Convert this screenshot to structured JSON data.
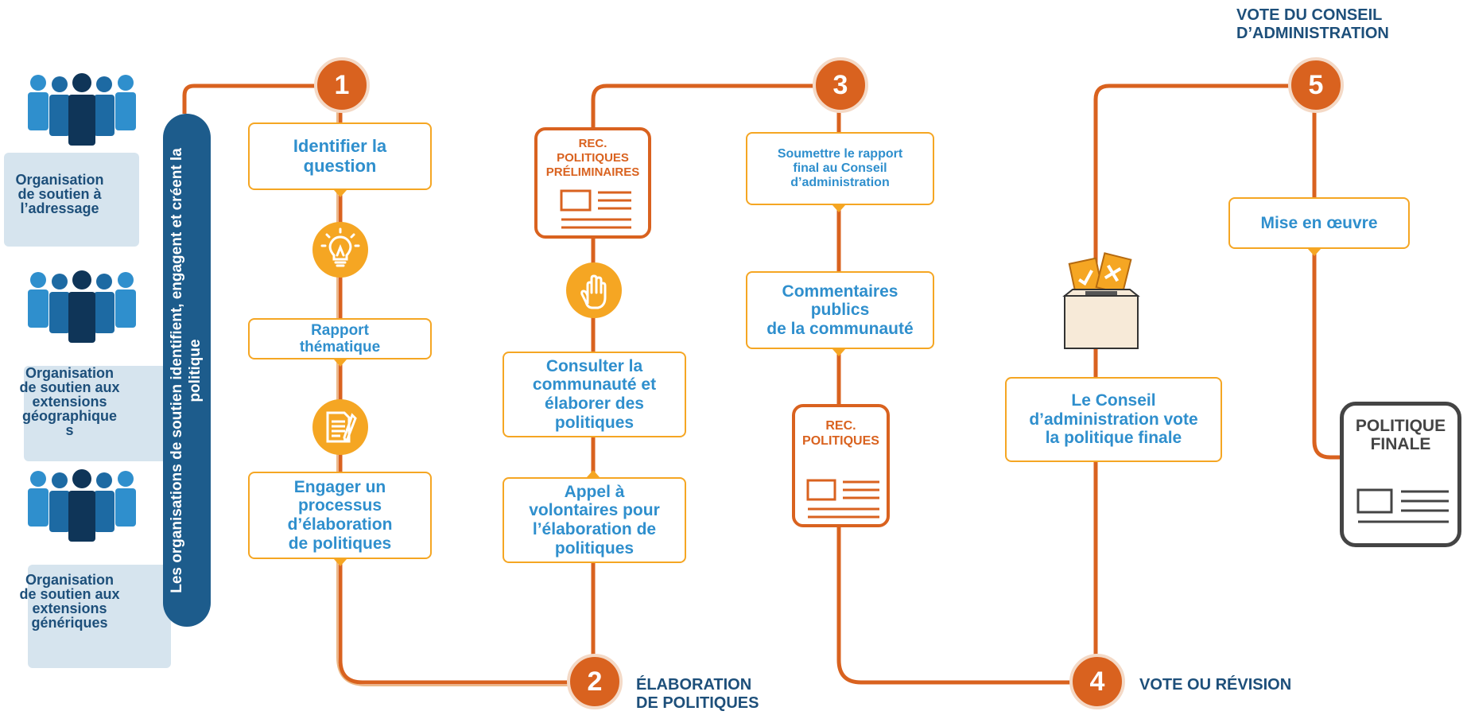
{
  "colors": {
    "orange": "#d9621f",
    "accent": "#f5a623",
    "navy": "#1d5c8c",
    "blue_text": "#2f8fcd",
    "dark_label": "#1d4f7a",
    "grey": "#444444"
  },
  "organizations": [
    {
      "label": "Organisation\nde soutien à\nl’adressage",
      "icon": "people-group-icon"
    },
    {
      "label": "Organisation\nde soutien aux\nextensions\ngéographique\ns",
      "icon": "people-group-icon"
    },
    {
      "label": "Organisation\nde soutien aux\nextensions\ngénériques",
      "icon": "people-group-icon"
    }
  ],
  "vertical_bar_text": "Les organisations de soutien identifient, engagent et créent la politique",
  "steps": [
    "1",
    "2",
    "3",
    "4",
    "5"
  ],
  "stage_labels": {
    "s2": "ÉLABORATION\nDE POLITIQUES",
    "s4": "VOTE OU RÉVISION",
    "s5": "VOTE DU CONSEIL\nD’ADMINISTRATION"
  },
  "boxes": {
    "identify": "Identifier la\nquestion",
    "report": "Rapport\nthématique",
    "engage": "Engager un\nprocessus\nd’élaboration\nde politiques",
    "consult": "Consulter la\ncommunauté et\nélaborer des\npolitiques",
    "volunteers": "Appel à\nvolontaires pour\nl’élaboration de\npolitiques",
    "submit": "Soumettre le rapport\nfinal au Conseil\nd’administration",
    "comments": "Commentaires\npublics\nde la communauté",
    "board_vote": "Le Conseil\nd’administration vote\nla politique finale",
    "implement": "Mise en œuvre"
  },
  "docs": {
    "preliminary": "REC.\nPOLITIQUES\nPRÉLIMINAIRES",
    "policies": "REC.\nPOLITIQUES",
    "final": "POLITIQUE\nFINALE"
  },
  "icons": [
    "lightbulb-icon",
    "document-pen-icon",
    "raised-hand-icon",
    "ballot-box-icon"
  ]
}
